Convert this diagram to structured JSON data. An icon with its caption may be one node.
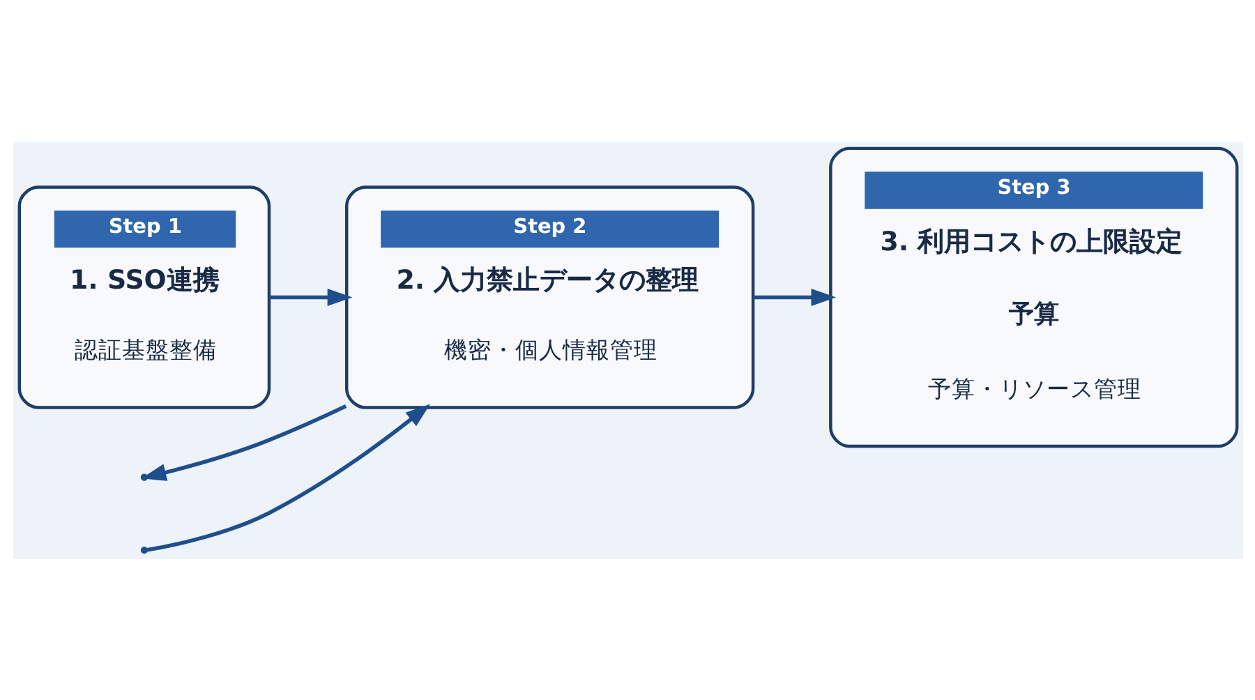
{
  "diagram": {
    "nodes": [
      {
        "text": [
          "Step 1",
          "1. SSO連携",
          "認証基盤整備"
        ]
      },
      {
        "text": [
          "Step 2",
          "2. 入力禁止データの整理",
          "機密・個人情報管理"
        ]
      },
      {
        "text": [
          "Step 3",
          "3. 利用コストの上限設定",
          "予算",
          "予算・リソース管理"
        ]
      }
    ],
    "edges": [
      {
        "from": 0,
        "to": 1,
        "arrow": "to"
      },
      {
        "from": 1,
        "to": 2,
        "arrow": "to"
      },
      {
        "from": null,
        "to": 1,
        "arrow": "to"
      },
      {
        "from": 1,
        "to": null,
        "arrow": "to"
      }
    ]
  }
}
